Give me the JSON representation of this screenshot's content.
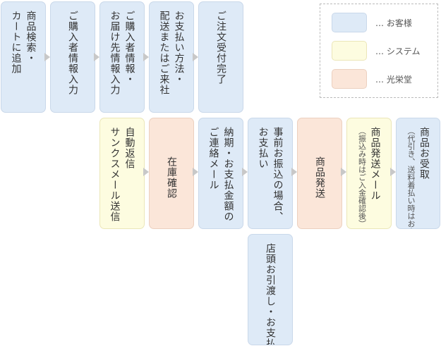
{
  "steps": {
    "s1": {
      "lines": [
        "商品検索・",
        "カートに追加"
      ]
    },
    "s2": {
      "lines": [
        "ご購入者情報入力"
      ]
    },
    "s3": {
      "lines": [
        "ご購入者情報・",
        "お届け先情報入力"
      ]
    },
    "s4": {
      "lines": [
        "お支払い方法・",
        "配送またはご来社"
      ]
    },
    "s5": {
      "lines": [
        "ご注文受付完了"
      ]
    },
    "s6": {
      "lines": [
        "自動返信",
        "サンクスメール送信"
      ]
    },
    "s7": {
      "lines": [
        "在庫確認"
      ]
    },
    "s8": {
      "lines": [
        "納期・お支払金額の",
        "ご連絡メール"
      ]
    },
    "s9": {
      "lines": [
        "事前お振込の場合、",
        "お支払い"
      ]
    },
    "s10": {
      "lines": [
        "商品発送"
      ]
    },
    "s11": {
      "lines": [
        "商品発送メール"
      ],
      "sub": "（振込み時はご入金確認後）"
    },
    "s12": {
      "lines": [
        "商品お受取"
      ],
      "sub": "（代引き、送料着払い時はお支払）"
    },
    "s13": {
      "lines": [
        "店頭お引渡し・お支払"
      ]
    }
  },
  "legend": {
    "customer": "… お客様",
    "system": "… システム",
    "company": "… 光栄堂"
  },
  "colors": {
    "customer": "#deeaf7",
    "system": "#fdfce0",
    "company": "#fbe6d9",
    "arrow": "#c8c8c8"
  }
}
